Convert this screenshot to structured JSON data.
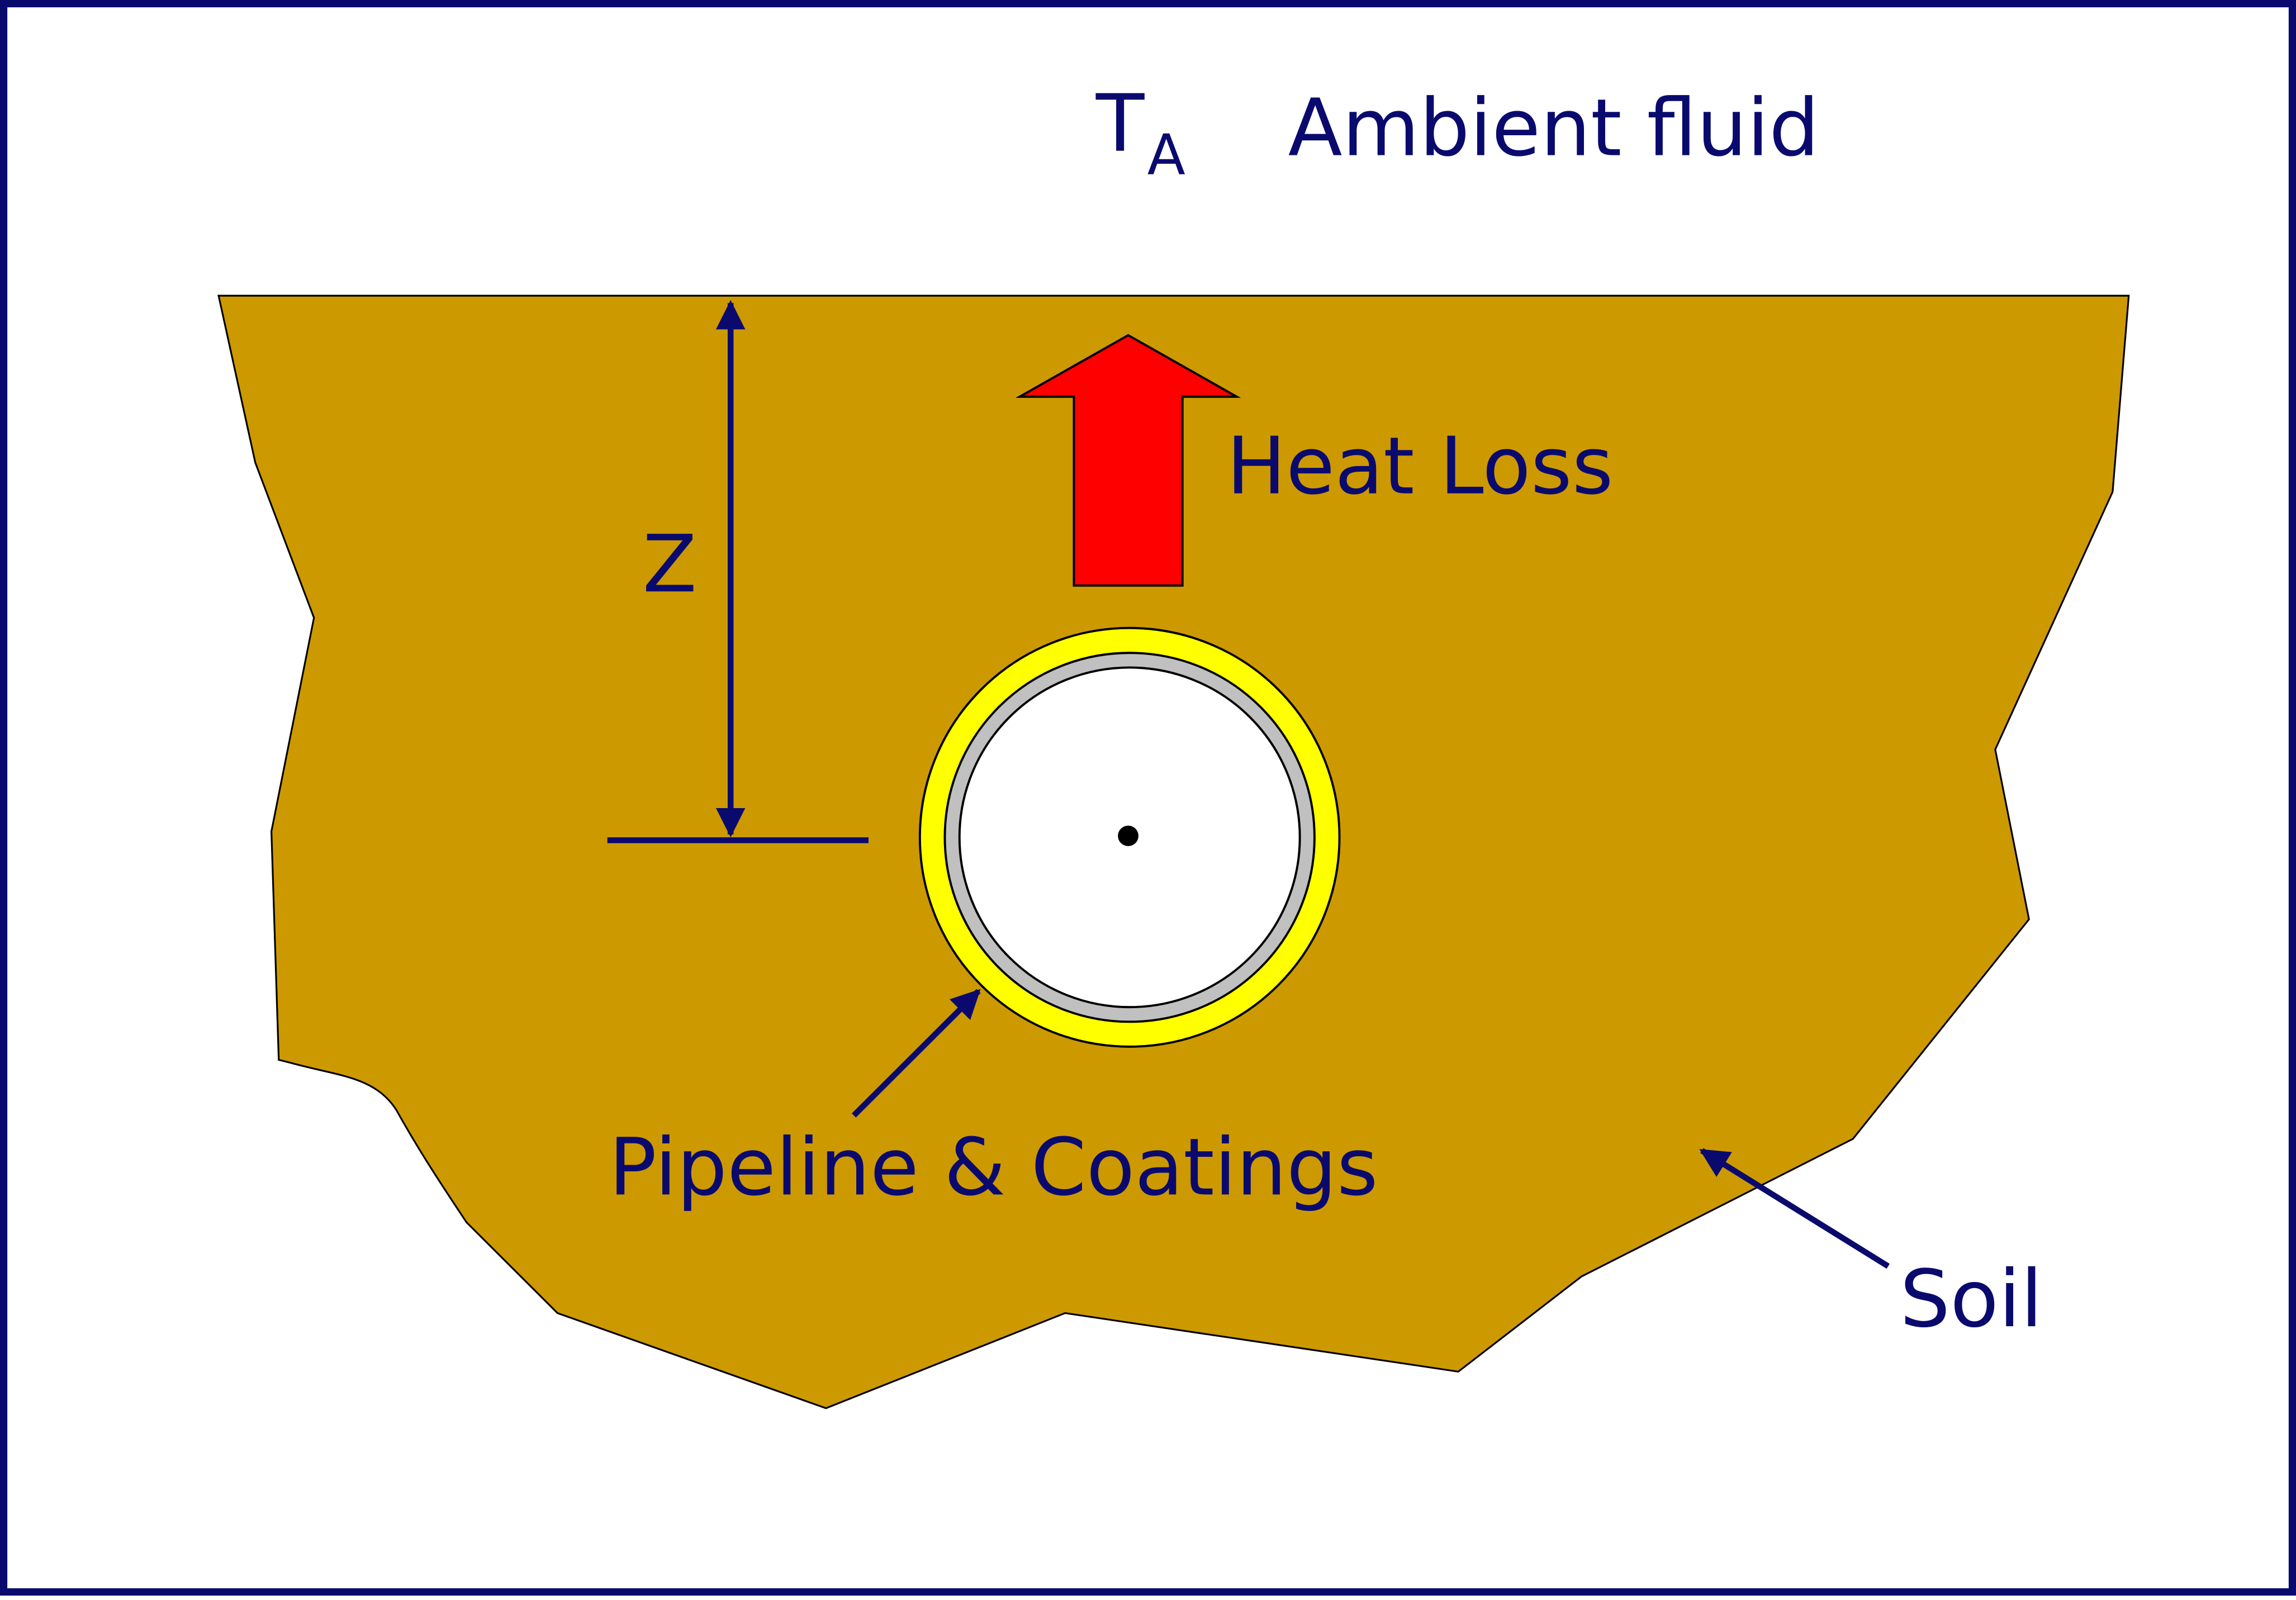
{
  "ambient": {
    "symbol_main": "T",
    "symbol_sub": "A",
    "label": "Ambient fluid"
  },
  "heat_loss": {
    "label": "Heat Loss"
  },
  "depth": {
    "label": "Z"
  },
  "pipeline": {
    "label": "Pipeline & Coatings"
  },
  "soil": {
    "label": "Soil"
  },
  "colors": {
    "frame": "#0a0a6e",
    "text": "#0a0a6e",
    "soil": "#cc9900",
    "heat_arrow": "#ff0000",
    "coating": "#ffff00",
    "steel_wall": "#c0c0c0",
    "pipe_bore": "#ffffff"
  }
}
